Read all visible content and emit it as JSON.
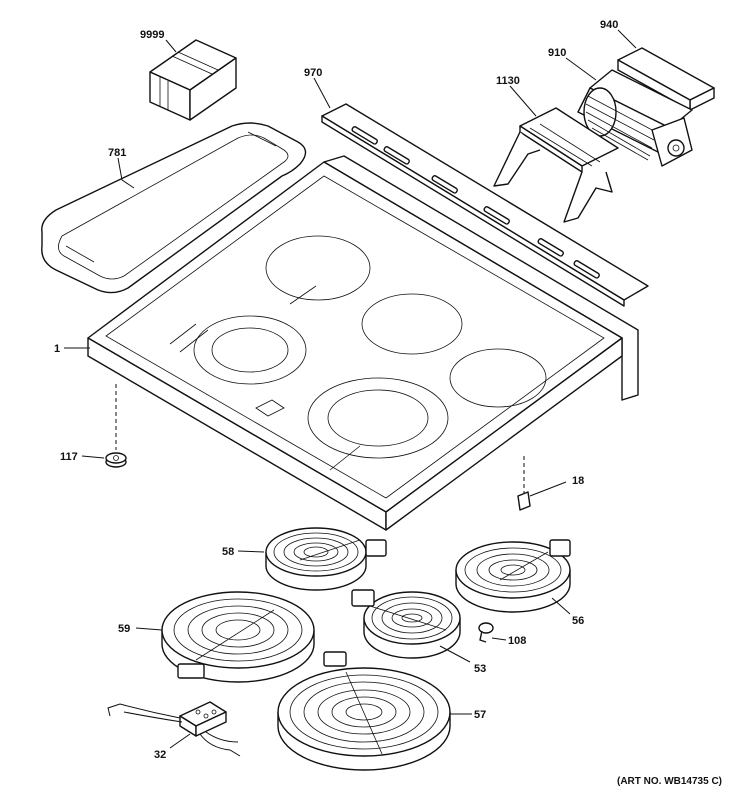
{
  "parts": [
    {
      "id": "p9999",
      "label": "9999",
      "name": "carton"
    },
    {
      "id": "p940",
      "label": "940",
      "name": "fan-cover"
    },
    {
      "id": "p910",
      "label": "910",
      "name": "cooling-fan"
    },
    {
      "id": "p970",
      "label": "970",
      "name": "vent-trim"
    },
    {
      "id": "p1130",
      "label": "1130",
      "name": "fan-bracket"
    },
    {
      "id": "p781",
      "label": "781",
      "name": "griddle"
    },
    {
      "id": "p1",
      "label": "1",
      "name": "cooktop-glass"
    },
    {
      "id": "p117",
      "label": "117",
      "name": "bumper"
    },
    {
      "id": "p18",
      "label": "18",
      "name": "clip"
    },
    {
      "id": "p58",
      "label": "58",
      "name": "element-small-rear"
    },
    {
      "id": "p56",
      "label": "56",
      "name": "element-right-rear"
    },
    {
      "id": "p59",
      "label": "59",
      "name": "element-left-front"
    },
    {
      "id": "p108",
      "label": "108",
      "name": "screw"
    },
    {
      "id": "p53",
      "label": "53",
      "name": "element-center"
    },
    {
      "id": "p57",
      "label": "57",
      "name": "element-large-front"
    },
    {
      "id": "p32",
      "label": "32",
      "name": "terminal-block"
    }
  ],
  "art_number": "(ART NO. WB14735 C)"
}
